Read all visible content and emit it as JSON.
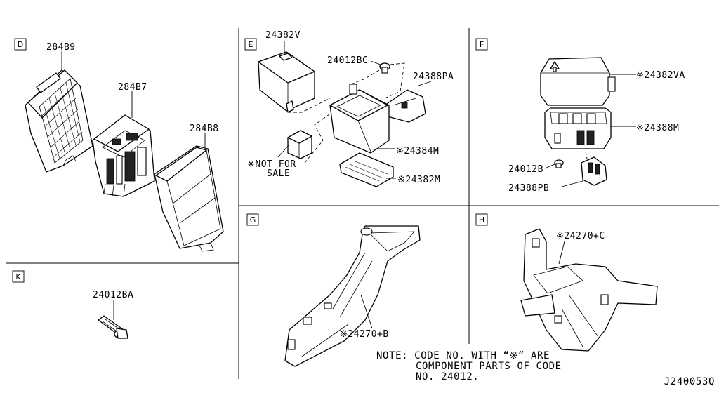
{
  "sections": {
    "D": "D",
    "E": "E",
    "F": "F",
    "G": "G",
    "H": "H",
    "K": "K"
  },
  "parts": {
    "d_284b9": "284B9",
    "d_284b7": "284B7",
    "d_284b8": "284B8",
    "e_24382v": "24382V",
    "e_24012bc": "24012BC",
    "e_24388pa": "24388PA",
    "e_not_for_line1": "※NOT FOR",
    "e_not_for_line2": "SALE",
    "e_24384m": "※24384M",
    "e_24382m": "※24382M",
    "f_24382va": "※24382VA",
    "f_24388m": "※24388M",
    "f_24012b": "24012B",
    "f_24388pb": "24388PB",
    "g_24270b": "※24270+B",
    "h_24270c": "※24270+C",
    "k_24012ba": "24012BA"
  },
  "note": {
    "line1": "NOTE: CODE NO. WITH “※” ARE",
    "line2": "COMPONENT PARTS OF CODE",
    "line3": "NO. 24012."
  },
  "diagram_code": "J240053Q"
}
